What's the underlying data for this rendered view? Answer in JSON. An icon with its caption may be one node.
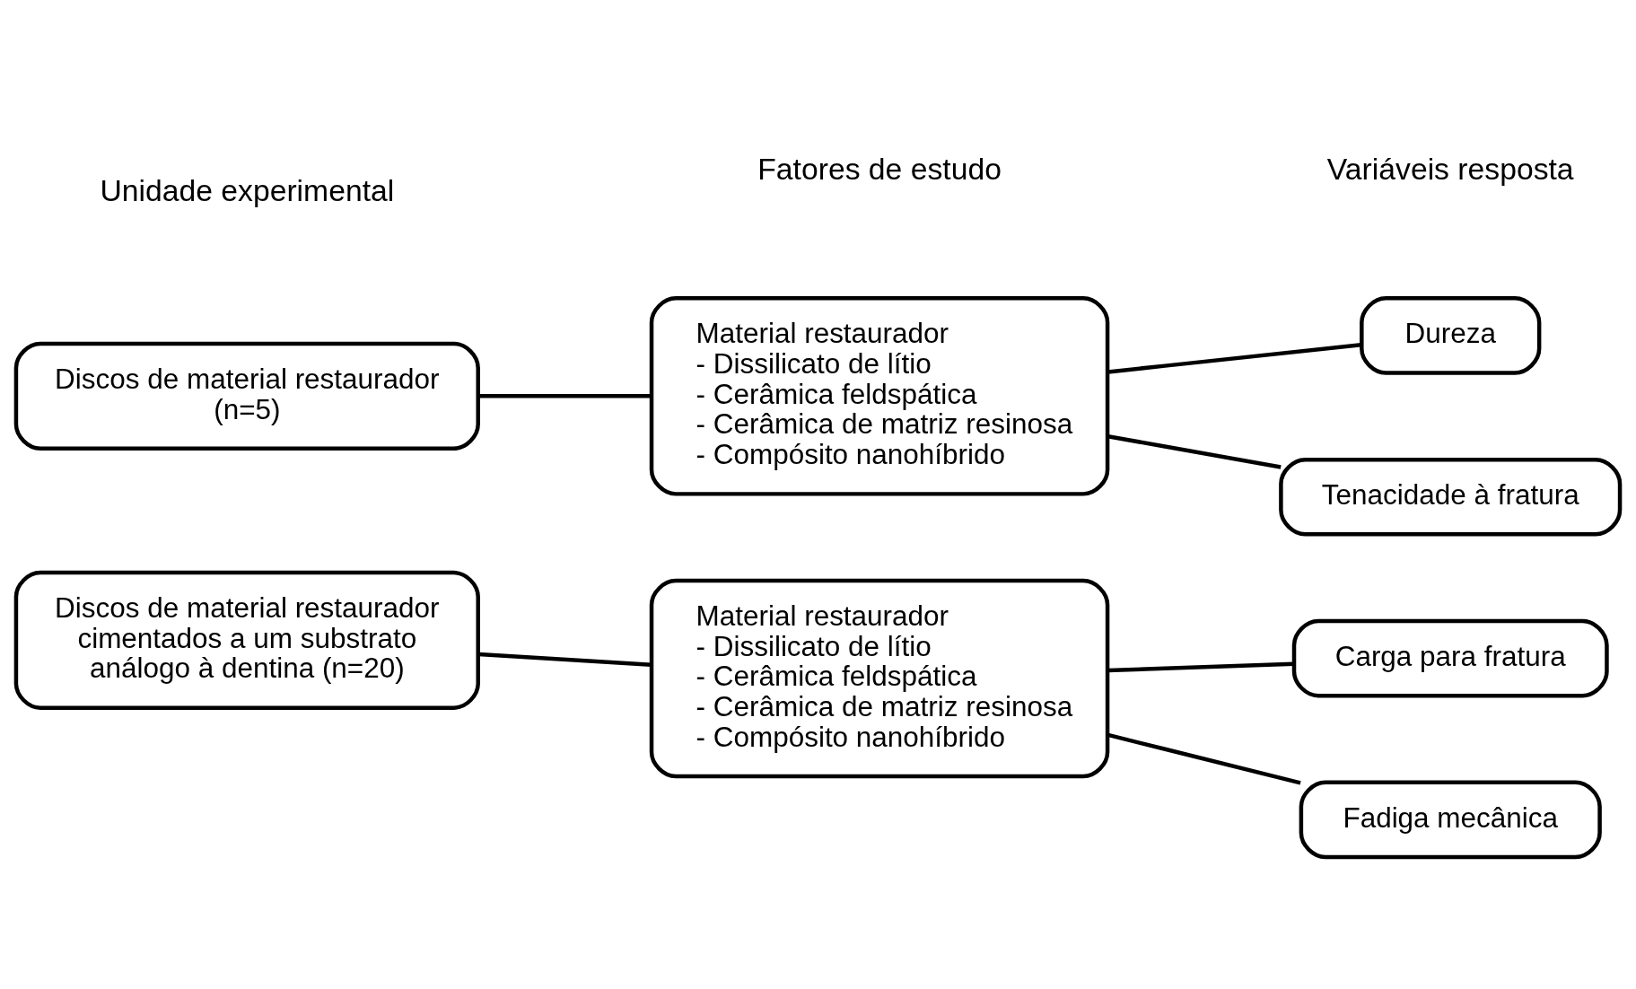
{
  "diagram": {
    "nodes": [
      {
        "text": [
          "Discos de material restaurador (n=5)"
        ]
      },
      {
        "text": [
          "Material restaurador",
          "- Dissilicato de lítio",
          "- Cerâmica feldspática",
          "- Cerâmica de matriz resinosa",
          "- Compósito nanohíbrido"
        ]
      },
      {
        "text": [
          "Dureza"
        ]
      },
      {
        "text": [
          "Tenacidade à fratura"
        ]
      },
      {
        "text": [
          "Discos de material restaurador cimentados a um substrato análogo à dentina (n=20)"
        ]
      },
      {
        "text": [
          "Material restaurador",
          "- Dissilicato de lítio",
          "- Cerâmica feldspática",
          "- Cerâmica de matriz resinosa",
          "- Compósito nanohíbrido"
        ]
      },
      {
        "text": [
          "Carga para fratura"
        ]
      },
      {
        "text": [
          "Fadiga mecânica"
        ]
      }
    ],
    "edges": [
      {
        "from": 0,
        "to": 1,
        "arrow": "none"
      },
      {
        "from": 1,
        "to": 2,
        "arrow": "none"
      },
      {
        "from": 1,
        "to": 3,
        "arrow": "none"
      },
      {
        "from": 4,
        "to": 5,
        "arrow": "none"
      },
      {
        "from": 5,
        "to": 6,
        "arrow": "none"
      },
      {
        "from": 5,
        "to": 7,
        "arrow": "none"
      }
    ],
    "labels": [
      "Unidade experimental",
      "Fatores de estudo",
      "Variáveis resposta"
    ]
  }
}
